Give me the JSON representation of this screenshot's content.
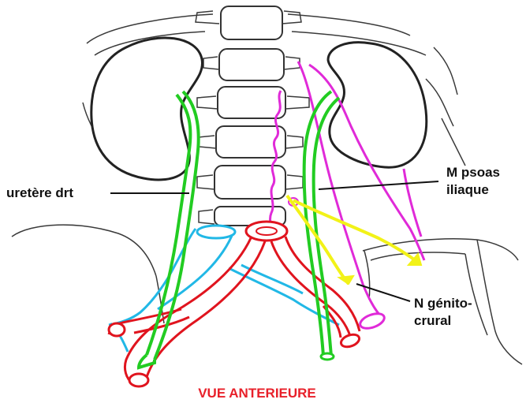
{
  "labels": {
    "ureter": "uretère drt",
    "psoas_line1": "M psoas",
    "psoas_line2": "iliaque",
    "genito_line1": "N génito-",
    "genito_line2": "crural",
    "caption": "VUE ANTERIEURE"
  },
  "colors": {
    "ureter": "#22cc22",
    "artery": "#e0141e",
    "vein": "#21b8e6",
    "psoas": "#e02ad8",
    "nerve": "#f2f218",
    "outline": "#222222",
    "caption": "#e8202a"
  },
  "icons": {
    "vertebra": "vertebra-shape",
    "kidney": "kidney-shape"
  }
}
